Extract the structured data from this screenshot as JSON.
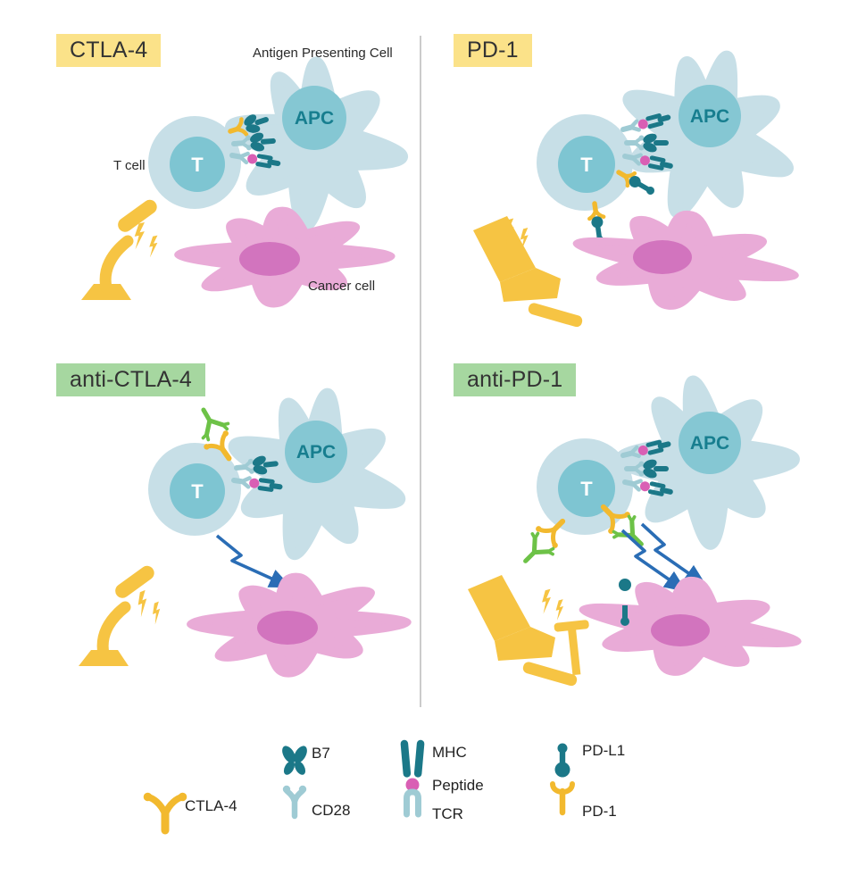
{
  "panels": [
    {
      "label": "CTLA-4"
    },
    {
      "label": "PD-1"
    },
    {
      "label": "anti-CTLA-4"
    },
    {
      "label": "anti-PD-1"
    }
  ],
  "cells": {
    "apc": "APC",
    "t": "T",
    "apc_caption": "Antigen Presenting Cell",
    "t_caption": "T cell",
    "cancer_caption": "Cancer cell"
  },
  "legend": {
    "items": [
      {
        "label": "CTLA-4"
      },
      {
        "label": "B7"
      },
      {
        "label": "CD28"
      },
      {
        "label": "MHC"
      },
      {
        "label": "Peptide"
      },
      {
        "label": "TCR"
      },
      {
        "label": "PD-L1"
      },
      {
        "label": "PD-1"
      }
    ]
  },
  "colors": {
    "panel_label_yellow": "#FBE289",
    "panel_label_green": "#A6D7A0",
    "cell_light_blue": "#C7DFE7",
    "apc_inner_teal": "#85C7D3",
    "t_inner_teal": "#7EC5D2",
    "apc_text_teal": "#177E8F",
    "cancer_pink": "#E9ABD7",
    "nucleus_pink": "#D274BE",
    "receptor_dark_teal": "#1B7888",
    "receptor_light_teal": "#9FCBD4",
    "receptor_yellow": "#F2B92E",
    "icon_yellow": "#F6C443",
    "antibody_green": "#6DC247",
    "peptide_pink": "#D95FB4",
    "arrow_blue": "#2A6DB5",
    "legend_bg": "#E7E7E7"
  }
}
